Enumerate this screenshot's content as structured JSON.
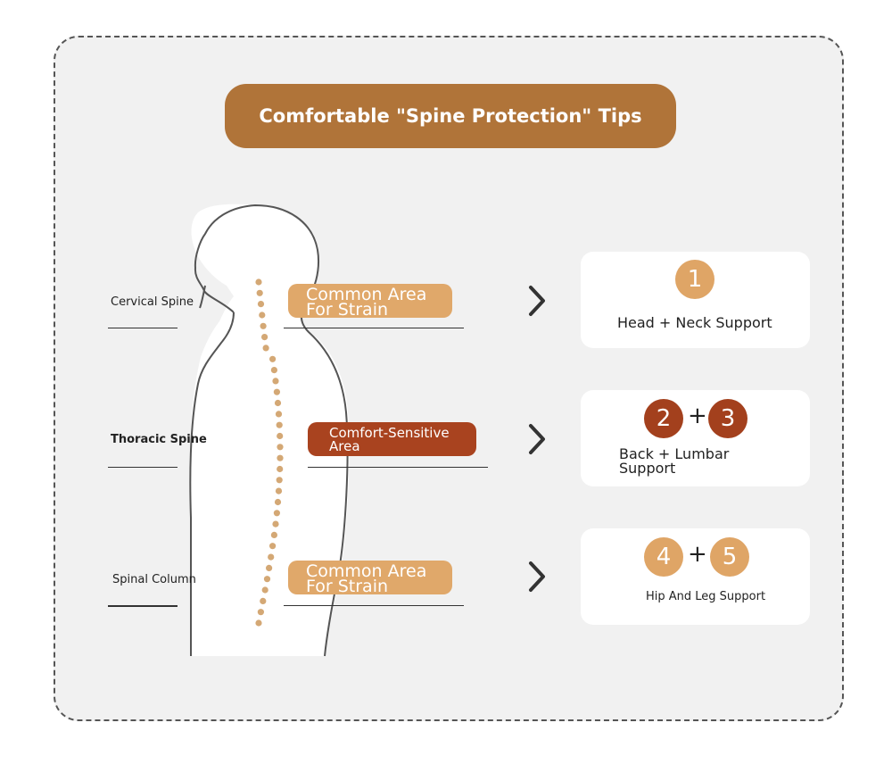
{
  "title": "Comfortable \"Spine Protection\" Tips",
  "colors": {
    "title_bg": "#b07439",
    "light_pill": "#e0a86a",
    "dark_pill": "#a9431f",
    "badge_light": "#dfa566",
    "badge_dark": "#a3401d",
    "spine_dot": "#d4a875",
    "outline": "#555555"
  },
  "icons": {
    "chevron": "chevron-right-icon",
    "figure": "human-profile-silhouette"
  },
  "labels": {
    "cervical": "Cervical Spine",
    "thoracic": "Thoracic Spine",
    "column": "Spinal Column"
  },
  "pills": {
    "top_line1": "Common Area",
    "top_line2": "For Strain",
    "mid_line1": "Comfort-Sensitive",
    "mid_line2": "Area",
    "bottom_line1": "Common Area",
    "bottom_line2": "For Strain"
  },
  "cards": {
    "head": {
      "badge": "1",
      "text": "Head + Neck Support"
    },
    "back": {
      "badge_a": "2",
      "plus": "+",
      "badge_b": "3",
      "line1": "Back + Lumbar",
      "line2": "Support"
    },
    "hip": {
      "badge_a": "4",
      "plus": "+",
      "badge_b": "5",
      "text": "Hip And Leg Support"
    }
  }
}
